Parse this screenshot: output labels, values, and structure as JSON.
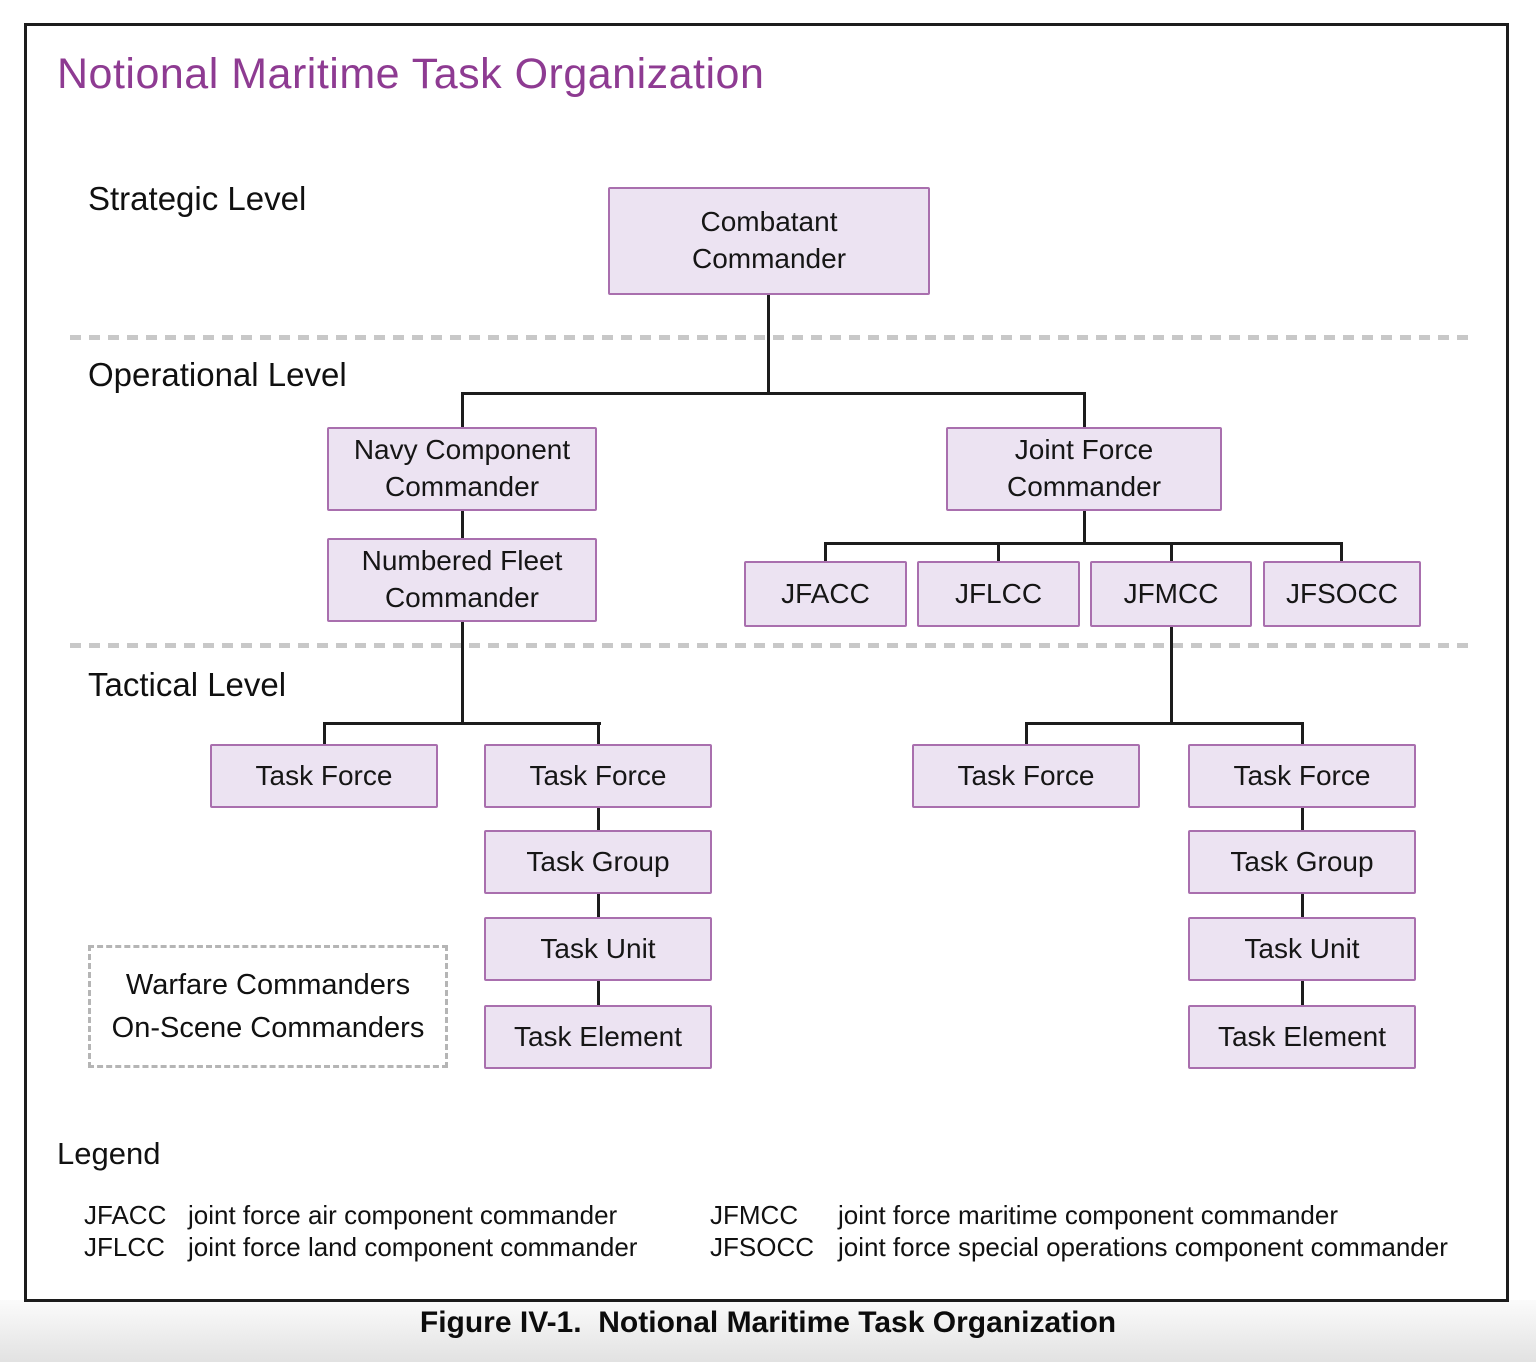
{
  "figure": {
    "title": "Notional Maritime Task Organization",
    "caption": "Figure IV-1.  Notional Maritime Task Organization"
  },
  "levels": {
    "strategic": "Strategic Level",
    "operational": "Operational Level",
    "tactical": "Tactical Level"
  },
  "nodes": {
    "combatant_commander": "Combatant\nCommander",
    "navy_component_commander": "Navy Component\nCommander",
    "joint_force_commander": "Joint Force\nCommander",
    "numbered_fleet_commander": "Numbered Fleet\nCommander",
    "jfacc": "JFACC",
    "jflcc": "JFLCC",
    "jfmcc": "JFMCC",
    "jfsocc": "JFSOCC",
    "task_force_left_1": "Task Force",
    "task_force_left_2": "Task Force",
    "task_group_left": "Task Group",
    "task_unit_left": "Task Unit",
    "task_element_left": "Task Element",
    "task_force_right_1": "Task Force",
    "task_force_right_2": "Task Force",
    "task_group_right": "Task Group",
    "task_unit_right": "Task Unit",
    "task_element_right": "Task Element"
  },
  "annotations": {
    "warfare_commanders": "Warfare Commanders\nOn-Scene Commanders"
  },
  "legend": {
    "title": "Legend",
    "items": [
      {
        "abbr": "JFACC",
        "definition": "joint force air component commander"
      },
      {
        "abbr": "JFLCC",
        "definition": "joint force land component commander"
      },
      {
        "abbr": "JFMCC",
        "definition": "joint force maritime component commander"
      },
      {
        "abbr": "JFSOCC",
        "definition": "joint force special operations component commander"
      }
    ]
  },
  "colors": {
    "title_purple": "#8e3b92",
    "node_fill": "#ece3f2",
    "node_border": "#a96fae",
    "line_black": "#1c1c1c",
    "separator_gray": "#c8c8c8",
    "dashed_box_gray": "#b5b5b5"
  }
}
